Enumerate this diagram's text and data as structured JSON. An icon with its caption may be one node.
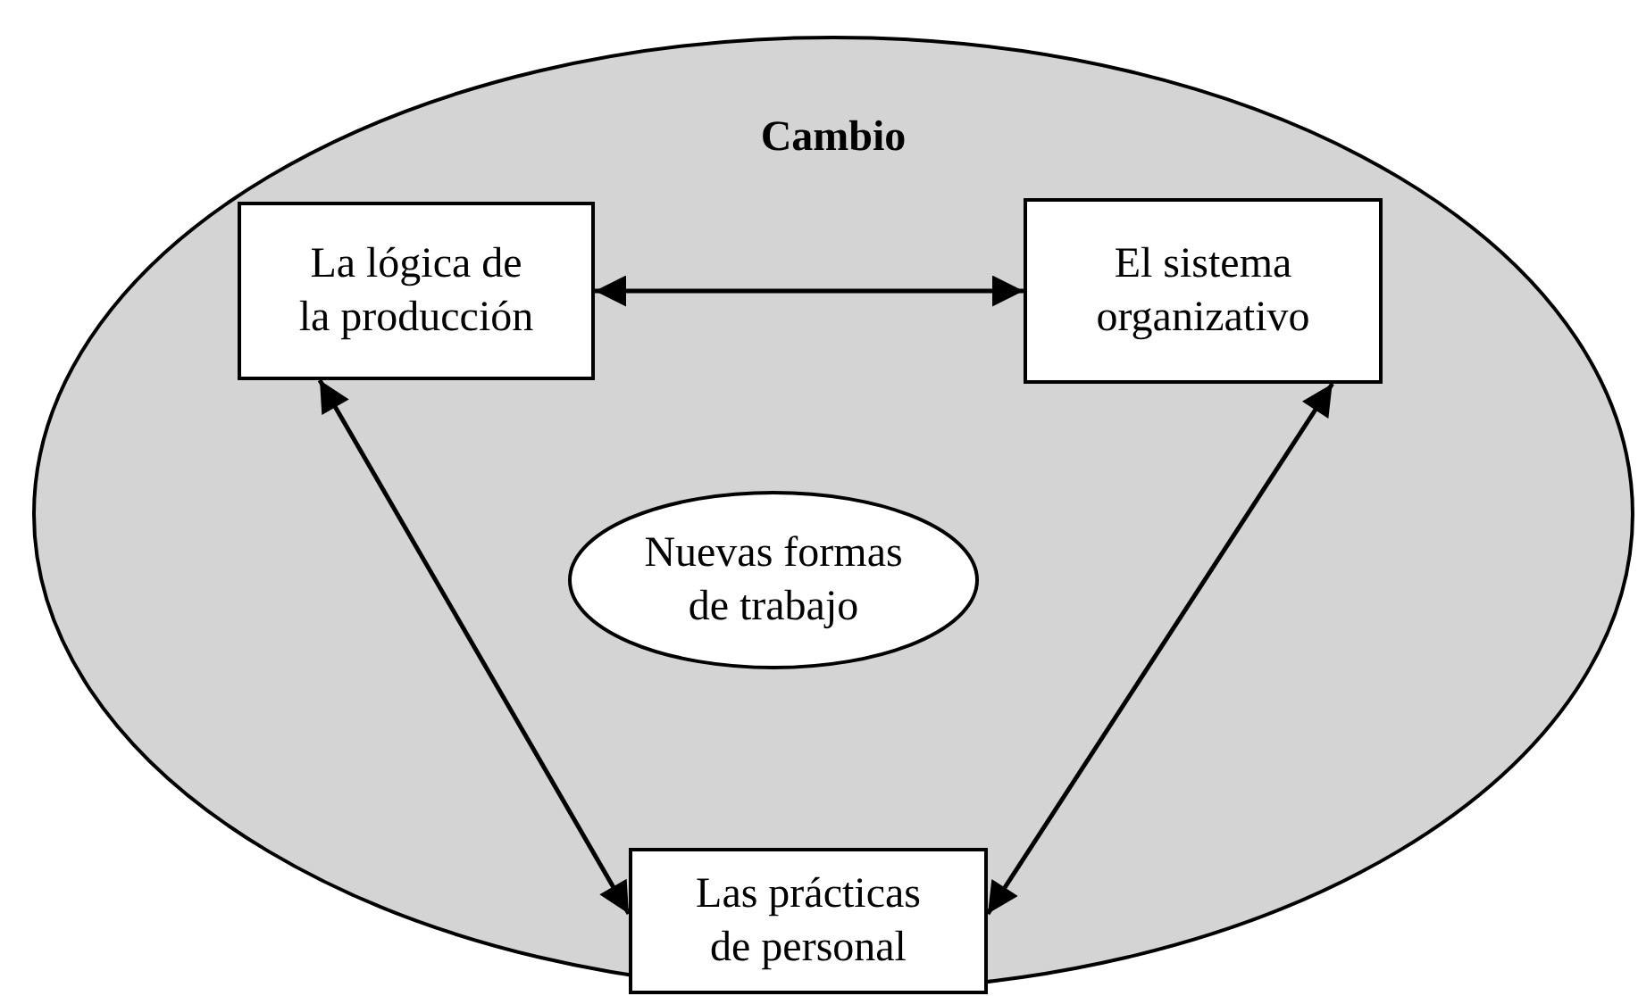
{
  "diagram": {
    "nodes": [
      {
        "text": [
          "Cambio"
        ]
      },
      {
        "text": [
          "La lógica de la producción"
        ],
        "in": 0
      },
      {
        "text": [
          "El sistema organizativo"
        ],
        "in": 0
      },
      {
        "text": [
          "Nuevas formas de trabajo"
        ],
        "in": 0
      },
      {
        "text": [
          "Las prácticas de personal"
        ],
        "in": 0
      }
    ],
    "edges": [
      {
        "from": 1,
        "to": 2,
        "arrow": "both"
      },
      {
        "from": 1,
        "to": 4,
        "arrow": "both"
      },
      {
        "from": 2,
        "to": 4,
        "arrow": "both"
      }
    ]
  }
}
